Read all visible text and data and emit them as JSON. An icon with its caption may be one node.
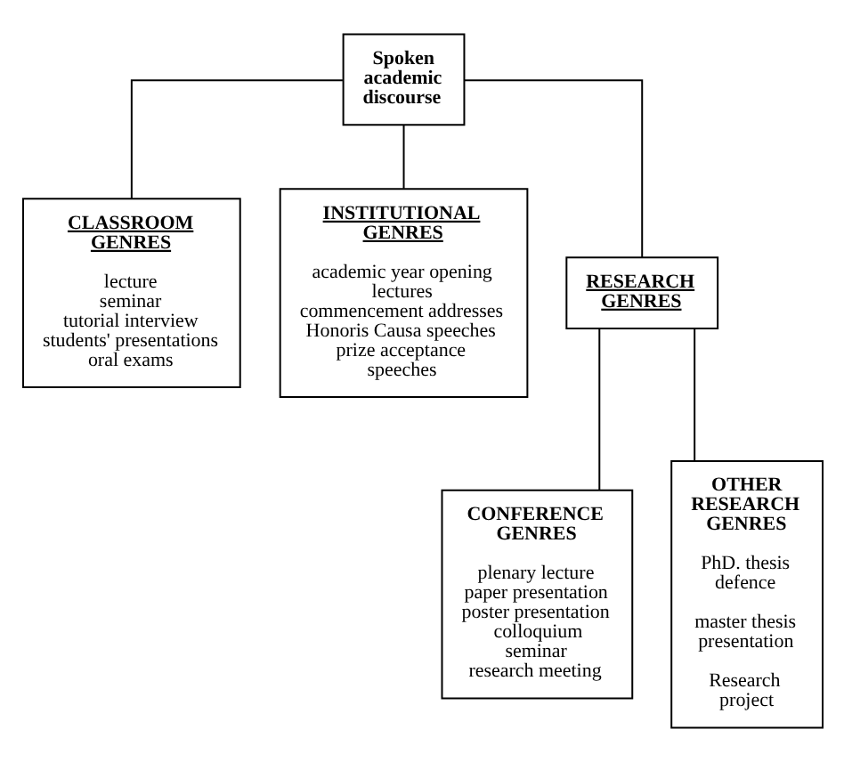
{
  "diagram": {
    "nodes": [
      {
        "text": [
          "Spoken academic discourse"
        ]
      },
      {
        "text": [
          "CLASSROOM GENRES",
          "lecture",
          "seminar",
          "tutorial interview",
          "students' presentations",
          "oral exams"
        ]
      },
      {
        "text": [
          "INSTITUTIONAL GENRES",
          "academic year opening lectures",
          "commencement addresses",
          "Honoris Causa speeches",
          "prize acceptance speeches"
        ]
      },
      {
        "text": [
          "RESEARCH GENRES"
        ]
      },
      {
        "text": [
          "CONFERENCE GENRES",
          "plenary lecture",
          "paper presentation",
          "poster presentation",
          "colloquium",
          "seminar",
          "research meeting"
        ]
      },
      {
        "text": [
          "OTHER RESEARCH GENRES",
          "PhD. thesis defence",
          "master thesis presentation",
          "Research project"
        ]
      }
    ],
    "edges": [
      {
        "from": 0,
        "to": 1,
        "arrow": "none"
      },
      {
        "from": 0,
        "to": 2,
        "arrow": "none"
      },
      {
        "from": 0,
        "to": 3,
        "arrow": "none"
      },
      {
        "from": 3,
        "to": 4,
        "arrow": "none"
      },
      {
        "from": 3,
        "to": 5,
        "arrow": "none"
      }
    ]
  }
}
